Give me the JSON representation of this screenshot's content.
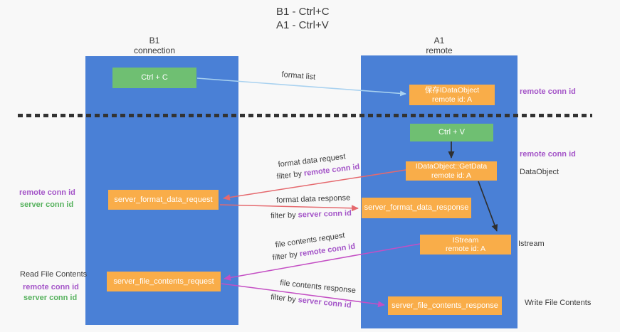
{
  "colors": {
    "lane_blue": "#4a80d6",
    "box_orange": "#f9ad49",
    "box_green": "#6fbf72",
    "arrow_light_blue": "#a9d2f0",
    "arrow_red": "#e5696e",
    "arrow_magenta": "#c44fc4",
    "arrow_black": "#2f2f2f",
    "text_purple": "#a455c8",
    "text_green": "#57b25e"
  },
  "title": {
    "line1": "B1 - Ctrl+C",
    "line2": "A1 - Ctrl+V"
  },
  "lanes": {
    "left": {
      "name": "B1",
      "role": "connection"
    },
    "right": {
      "name": "A1",
      "role": "remote"
    }
  },
  "nodes": {
    "ctrl_c": {
      "label": "Ctrl + C"
    },
    "ctrl_v": {
      "label": "Ctrl + V"
    },
    "save_idataobject": {
      "line1": "保存IDataObject",
      "line2": "remote id: A"
    },
    "idataobject_getdata": {
      "line1": "IDataObject::GetData",
      "line2": "remote id: A"
    },
    "istream": {
      "line1": "IStream",
      "line2": "remote id: A"
    },
    "server_format_data_request": {
      "label": "server_format_data_request"
    },
    "server_format_data_response": {
      "label": "server_format_data_response"
    },
    "server_file_contents_request": {
      "label": "server_file_contents_request"
    },
    "server_file_contents_response": {
      "label": "server_file_contents_response"
    }
  },
  "edge_labels": {
    "format_list": "format list",
    "format_data_request": "format data request",
    "format_data_response": "format data response",
    "file_contents_request": "file contents request",
    "file_contents_response": "file contents response",
    "filter_by": "filter by ",
    "remote_conn_id": "remote conn id",
    "server_conn_id": "server conn id"
  },
  "side_labels": {
    "right_remote_conn_top": "remote conn id",
    "right_remote_conn_mid": "remote conn id",
    "dataobject": "DataObject",
    "istream": "Istream",
    "write_file_contents": "Write File Contents",
    "left_remote_conn_top": "remote conn id",
    "left_server_conn_top": "server conn id",
    "read_file_contents": "Read File Contents",
    "left_remote_conn_bottom": "remote conn id",
    "left_server_conn_bottom": "server conn id"
  }
}
